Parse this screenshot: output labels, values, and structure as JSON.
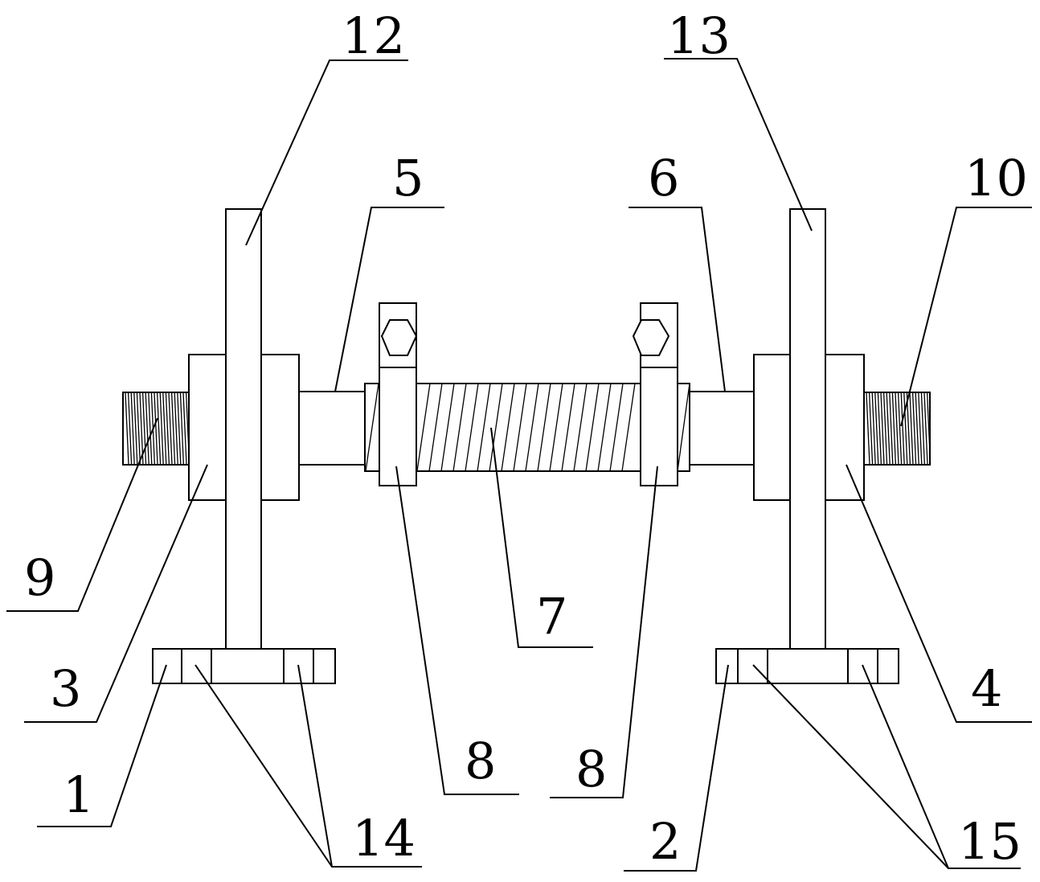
{
  "callouts": {
    "c1": "1",
    "c2": "2",
    "c3": "3",
    "c4": "4",
    "c5": "5",
    "c6": "6",
    "c7": "7",
    "c8a": "8",
    "c8b": "8",
    "c9": "9",
    "c10": "10",
    "c12": "12",
    "c13": "13",
    "c14": "14",
    "c15": "15"
  },
  "colors": {
    "line": "#000000",
    "background": "#ffffff"
  }
}
